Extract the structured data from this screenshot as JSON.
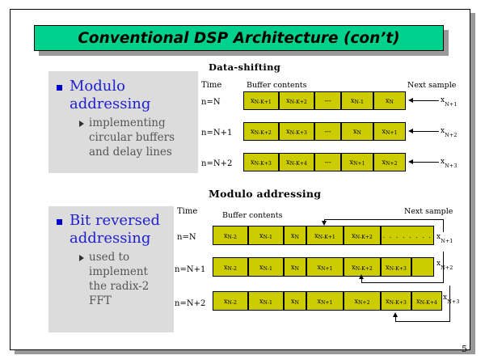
{
  "slide": {
    "title": "Conventional DSP Architecture (con’t)",
    "page_number": "5",
    "title_bg_color": "#00d18c",
    "cell_color": "#cccc00",
    "panel_color": "#dcdcdc",
    "bullet_color": "#2020cc"
  },
  "bullets": [
    {
      "head": "Modulo addressing",
      "sub": "implementing circular buffers and delay lines"
    },
    {
      "head": "Bit reversed addressing",
      "sub": "used to implement the radix-2 FFT"
    }
  ],
  "diagram_top": {
    "title": "Data-shifting",
    "col_time": "Time",
    "col_buffer": "Buffer contents",
    "col_next": "Next sample",
    "rows": [
      {
        "time": "n=N",
        "cells": [
          "x",
          "x",
          "---",
          "x",
          "x"
        ],
        "subs": [
          "N-K+1",
          "N-K+2",
          "",
          "N-1",
          "N"
        ],
        "next_sample": "x",
        "next_sub": "N+1"
      },
      {
        "time": "n=N+1",
        "cells": [
          "x",
          "x",
          "---",
          "x",
          "x"
        ],
        "subs": [
          "N-K+2",
          "N-K+3",
          "",
          "N",
          "N+1"
        ],
        "next_sample": "x",
        "next_sub": "N+2"
      },
      {
        "time": "n=N+2",
        "cells": [
          "x",
          "x",
          "---",
          "x",
          "x"
        ],
        "subs": [
          "N-K+3",
          "N-K+4",
          "",
          "N+1",
          "N+2"
        ],
        "next_sample": "x",
        "next_sub": "N+3"
      }
    ]
  },
  "diagram_bottom": {
    "title": "Modulo addressing",
    "col_time": "Time",
    "col_buffer": "Buffer contents",
    "col_next": "Next sample",
    "dots": ". . . . . . . . . .",
    "rows": [
      {
        "time": "n=N",
        "cells": [
          "x",
          "x",
          "x",
          "x",
          "x",
          ""
        ],
        "subs": [
          "N-2",
          "N-1",
          "N",
          "N-K+1",
          "N-K+2",
          ""
        ],
        "next_sample": "x",
        "next_sub": "N+1",
        "write_index": 3
      },
      {
        "time": "n=N+1",
        "cells": [
          "x",
          "x",
          "x",
          "x",
          "x",
          "x",
          ""
        ],
        "subs": [
          "N-2",
          "N-1",
          "N",
          "N+1",
          "N-K+2",
          "N-K+3",
          ""
        ],
        "next_sample": "x",
        "next_sub": "N+2",
        "write_index": 4
      },
      {
        "time": "n=N+2",
        "cells": [
          "x",
          "x",
          "x",
          "x",
          "x",
          "x",
          "x"
        ],
        "subs": [
          "N-2",
          "N-1",
          "N",
          "N+1",
          "N+2",
          "N-K+3",
          "N-K+4"
        ],
        "next_sample": "x",
        "next_sub": "N+3",
        "write_index": 5
      }
    ]
  }
}
